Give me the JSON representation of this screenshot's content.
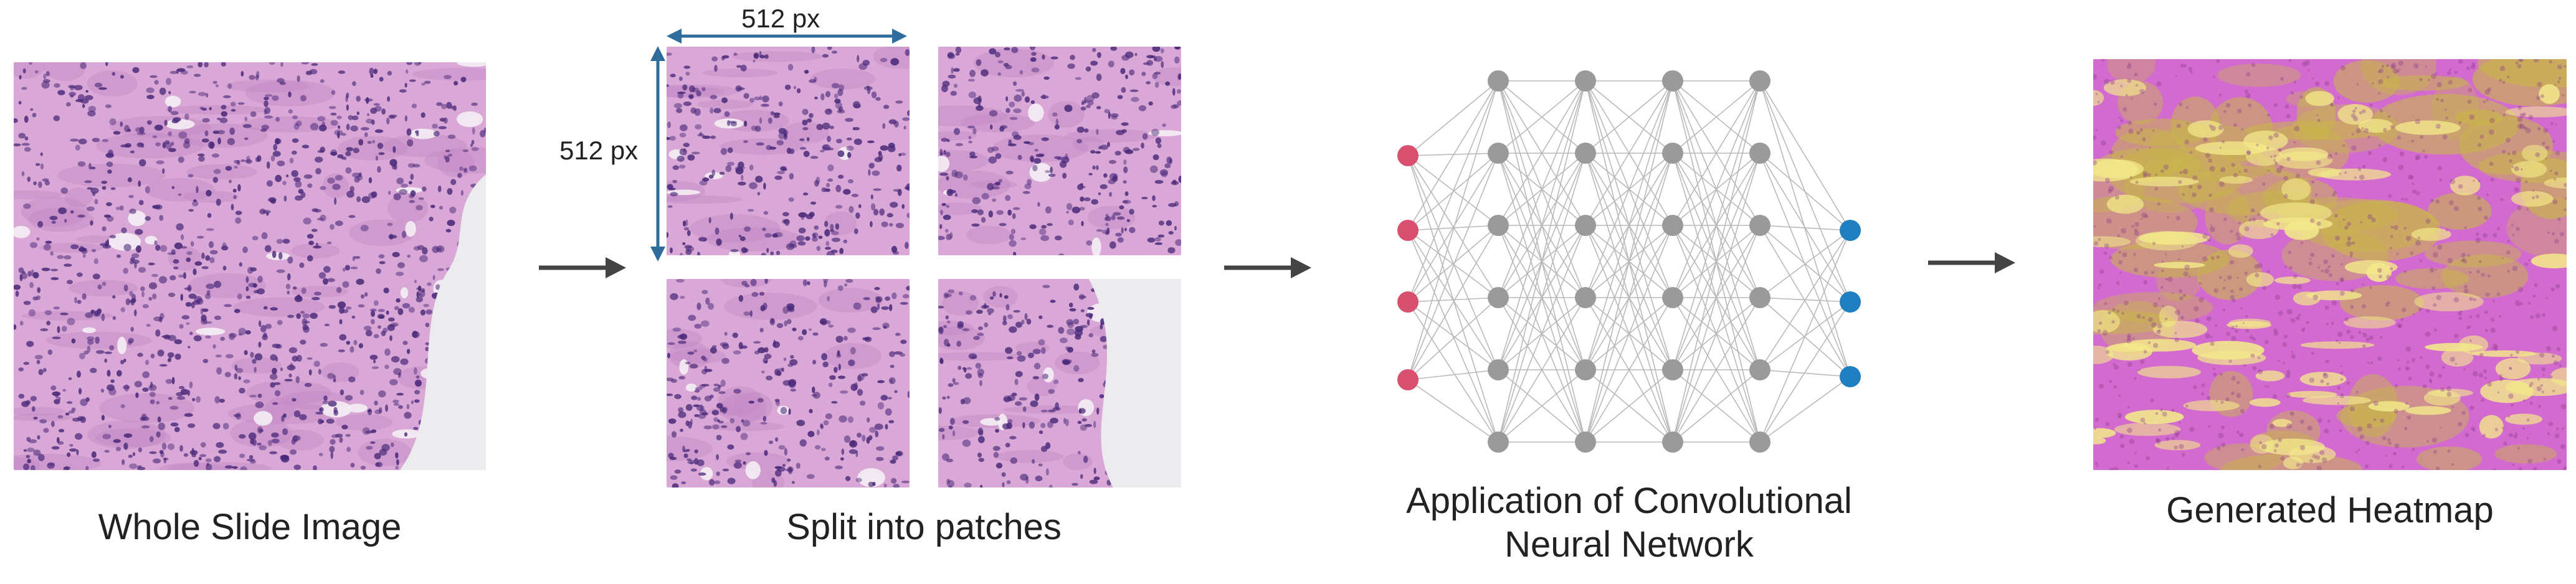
{
  "steps": [
    {
      "id": "wsi",
      "caption": "Whole Slide Image"
    },
    {
      "id": "patches",
      "caption": "Split into patches"
    },
    {
      "id": "cnn",
      "caption_line1": "Application of Convolutional",
      "caption_line2": "Neural Network"
    },
    {
      "id": "heatmap",
      "caption": "Generated Heatmap"
    }
  ],
  "dimensions": {
    "width_label": "512 px",
    "height_label": "512 px"
  },
  "network": {
    "layers": [
      4,
      6,
      6,
      6,
      6,
      3
    ],
    "input_color": "#d9506f",
    "hidden_color": "#9a9a9a",
    "output_color": "#1f7fc1"
  },
  "colors": {
    "tissue_base": "#d9a8d6",
    "tissue_stroma": "#c48ac6",
    "nuclei": "#4a2a7a",
    "dimension_arrow": "#2e6d9e",
    "flow_arrow": "#444444",
    "heat_low": "#d36ad0",
    "heat_mid": "#c8b64a",
    "heat_high": "#f2e88a"
  }
}
